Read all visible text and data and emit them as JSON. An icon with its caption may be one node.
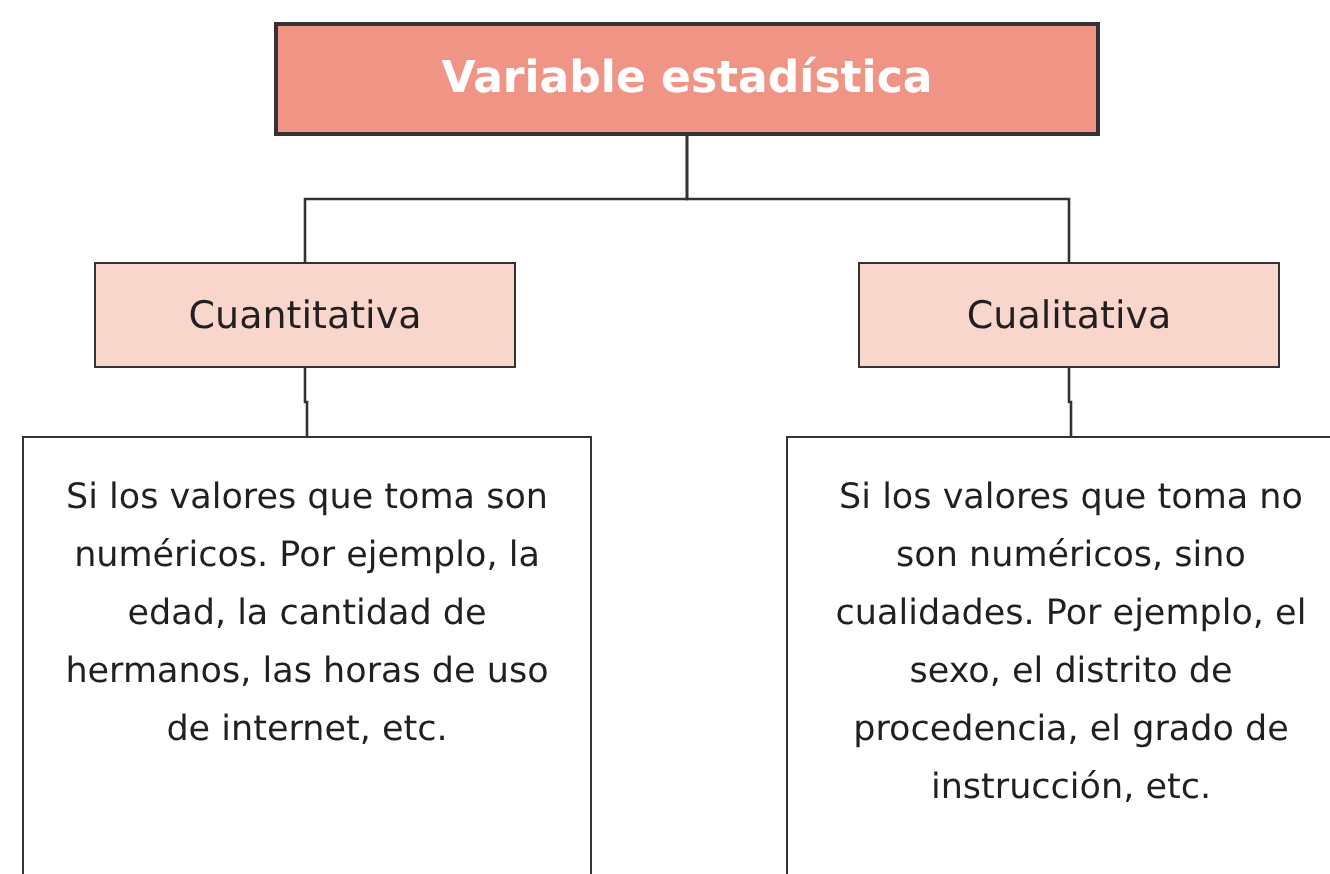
{
  "diagram": {
    "nodes": [
      {
        "text": [
          "Variable estadística"
        ]
      },
      {
        "text": [
          "Cuantitativa"
        ]
      },
      {
        "text": [
          "Cualitativa"
        ]
      },
      {
        "text": [
          "Si los valores que toma son numéricos. Por ejemplo, la edad, la cantidad de hermanos, las horas de uso de internet, etc."
        ]
      },
      {
        "text": [
          "Si los valores que toma no son numéricos, sino cualidades. Por ejemplo, el sexo, el distrito de procedencia, el grado de instrucción, etc."
        ]
      }
    ],
    "edges": [
      {
        "from": 0,
        "to": 1,
        "arrow": "none"
      },
      {
        "from": 0,
        "to": 2,
        "arrow": "none"
      },
      {
        "from": 1,
        "to": 3,
        "arrow": "none"
      },
      {
        "from": 2,
        "to": 4,
        "arrow": "none"
      }
    ]
  }
}
